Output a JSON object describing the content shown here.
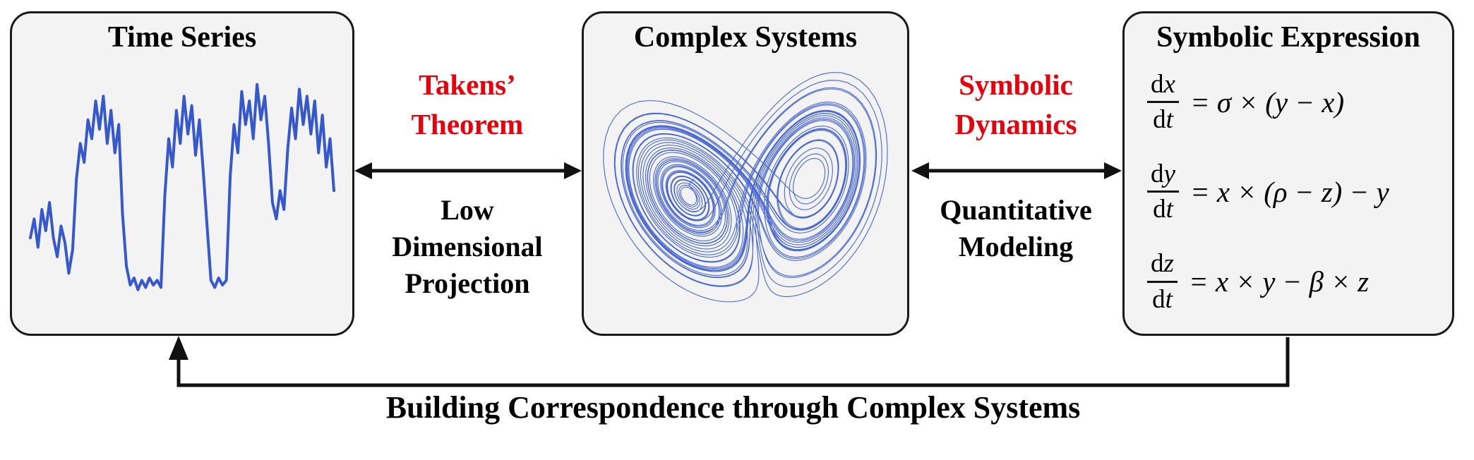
{
  "colors": {
    "accent_red": "#e8000b",
    "line_blue": "#3558cf",
    "box_bg": "#f3f3f3",
    "box_border": "#1a1a1a",
    "arrow_black": "#111111"
  },
  "boxes": {
    "time_series": {
      "title": "Time Series"
    },
    "complex_systems": {
      "title": "Complex Systems"
    },
    "symbolic_expression": {
      "title": "Symbolic Expression",
      "equations": [
        {
          "num_d": "d",
          "num_v": "x",
          "den_d": "d",
          "den_v": "t",
          "rhs": "= σ × (y − x)"
        },
        {
          "num_d": "d",
          "num_v": "y",
          "den_d": "d",
          "den_v": "t",
          "rhs": "= x × (ρ − z) − y"
        },
        {
          "num_d": "d",
          "num_v": "z",
          "den_d": "d",
          "den_v": "t",
          "rhs": "= x × y − β × z"
        }
      ]
    }
  },
  "links": {
    "takens": {
      "title_lines": [
        "Takens’",
        "Theorem"
      ],
      "sub_lines": [
        "Low",
        "Dimensional",
        "Projection"
      ]
    },
    "symbolic": {
      "title_lines": [
        "Symbolic",
        "Dynamics"
      ],
      "sub_lines": [
        "Quantitative",
        "Modeling"
      ]
    }
  },
  "bottom": {
    "label": "Building Correspondence through Complex Systems"
  },
  "plots": {
    "time_series": {
      "values": [
        0.3,
        0.38,
        0.26,
        0.42,
        0.33,
        0.45,
        0.3,
        0.22,
        0.35,
        0.28,
        0.15,
        0.25,
        0.55,
        0.7,
        0.62,
        0.8,
        0.72,
        0.88,
        0.76,
        0.9,
        0.7,
        0.84,
        0.66,
        0.78,
        0.4,
        0.18,
        0.1,
        0.13,
        0.08,
        0.12,
        0.09,
        0.13,
        0.1,
        0.12,
        0.09,
        0.48,
        0.72,
        0.6,
        0.84,
        0.7,
        0.9,
        0.74,
        0.86,
        0.65,
        0.8,
        0.58,
        0.35,
        0.12,
        0.09,
        0.13,
        0.1,
        0.12,
        0.56,
        0.78,
        0.66,
        0.92,
        0.78,
        0.88,
        0.72,
        0.95,
        0.8,
        0.9,
        0.7,
        0.45,
        0.38,
        0.5,
        0.42,
        0.68,
        0.85,
        0.72,
        0.93,
        0.78,
        0.9,
        0.74,
        0.88,
        0.66,
        0.82,
        0.6,
        0.72,
        0.5
      ]
    },
    "lorenz": {
      "sigma": 10,
      "rho": 28,
      "beta": 2.66667,
      "dt": 0.004,
      "steps": 13000,
      "skip": 200,
      "azimuth_deg": 30,
      "tilt_deg": -8
    }
  }
}
